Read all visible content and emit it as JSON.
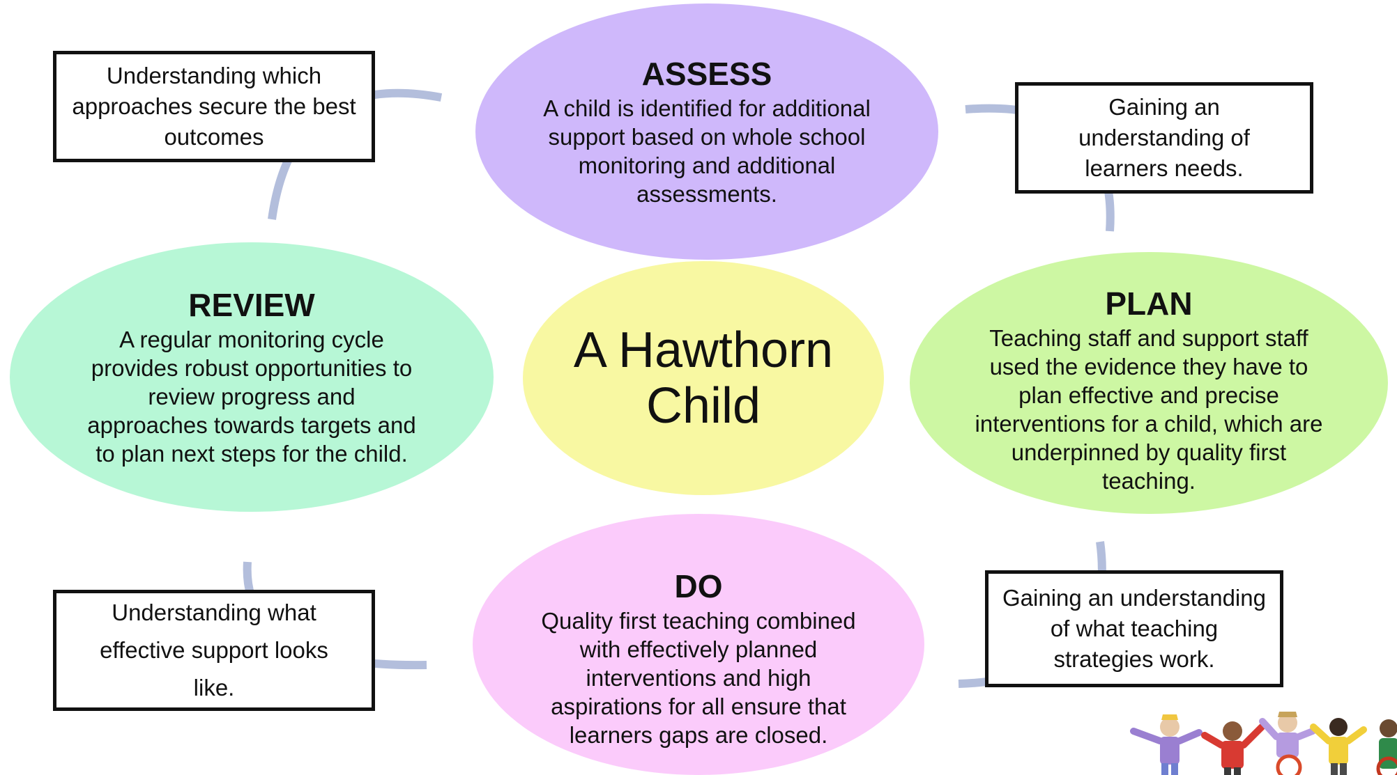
{
  "colors": {
    "assess": "#cfb8fb",
    "review": "#b7f7d6",
    "center": "#f8f8a2",
    "plan": "#cdf7a3",
    "do": "#fbcbfb",
    "arc": "#b3bedc",
    "border": "#111111"
  },
  "center": {
    "line1": "A Hawthorn",
    "line2": "Child"
  },
  "assess": {
    "title": "ASSESS",
    "body": "A child is identified for additional support based on whole school monitoring and additional assessments."
  },
  "plan": {
    "title": "PLAN",
    "body": "Teaching staff and support staff used the evidence they have to plan effective and precise interventions for a child, which are underpinned by quality first teaching."
  },
  "do": {
    "title": "DO",
    "body": "Quality first teaching combined with effectively planned interventions and high aspirations for all ensure that learners gaps are closed."
  },
  "review": {
    "title": "REVIEW",
    "body": "A regular monitoring cycle provides robust opportunities to review progress and approaches towards targets and to plan next steps for the child."
  },
  "boxes": {
    "top_left": "Understanding which approaches secure the best outcomes",
    "top_right": "Gaining an understanding of learners needs.",
    "bottom_right": "Gaining an understanding of what teaching strategies work.",
    "bottom_left": "Understanding what effective support looks like."
  },
  "decoration": {
    "children_illustration": "children-holding-hands-icon"
  }
}
